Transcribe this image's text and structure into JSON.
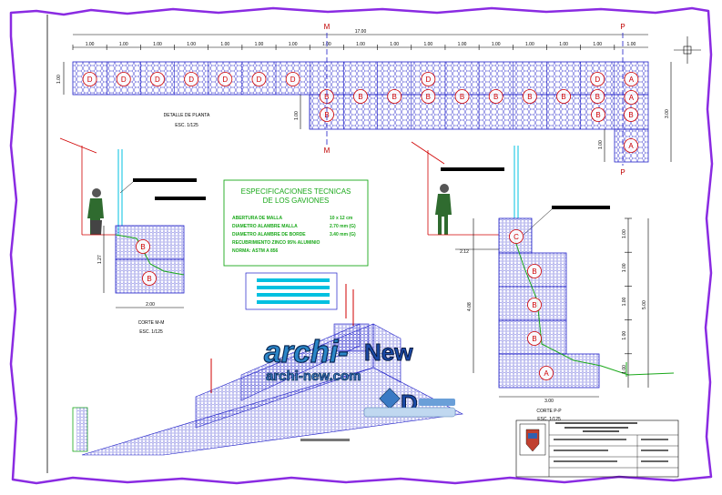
{
  "plan": {
    "total_dim": "17.00",
    "module_dims": [
      "1.00",
      "1.00",
      "1.00",
      "1.00",
      "1.00",
      "1.00",
      "1.00",
      "1.00",
      "1.00",
      "1.00",
      "1.00",
      "1.00",
      "1.00",
      "1.00",
      "1.00",
      "1.00",
      "1.00"
    ],
    "cut_m": "M",
    "cut_p": "P",
    "height_dim": "1.00",
    "step_dim": "1.00",
    "right_total": "3.00",
    "right_step": "1.00",
    "title": "DETALLE DE PLANTA",
    "scale": "ESC. 1/125",
    "row1": [
      "D",
      "D",
      "D",
      "D",
      "D",
      "D",
      "D",
      "",
      "",
      "",
      "D",
      "",
      "",
      "",
      "",
      "D",
      "A"
    ],
    "row2": [
      "B",
      "B",
      "B",
      "B",
      "B",
      "B",
      "B",
      "B",
      "B",
      "A"
    ],
    "row3": [
      "A"
    ]
  },
  "spec": {
    "title_1": "ESPECIFICACIONES TECNICAS",
    "title_2": "DE LOS GAVIONES",
    "rows": [
      {
        "label": "ABERTURA DE MALLA",
        "value": "10 x 12 cm"
      },
      {
        "label": "DIAMETRO ALAMBRE MALLA",
        "value": "2.70 mm (G)"
      },
      {
        "label": "DIAMETRO ALAMBRE DE BORDE",
        "value": "3.40 mm (G)"
      },
      {
        "label": "RECUBRIMIENTO ZINCO 95% ALUMINIO",
        "value": ""
      },
      {
        "label": "NORMA: ASTM A 856",
        "value": ""
      }
    ]
  },
  "section_m": {
    "badges": [
      "B",
      "B"
    ],
    "height_dim": "1.27",
    "width_dim": "2.00",
    "title": "CORTE M-M",
    "scale": "ESC. 1/125"
  },
  "section_p": {
    "badges": [
      "C",
      "B",
      "B",
      "B",
      "A"
    ],
    "left_dim": "2.12",
    "height_dim": "4.08",
    "right_dims": [
      "1.00",
      "1.00",
      "1.00",
      "1.00",
      "1.00"
    ],
    "right_total": "5.00",
    "width_dim": "3.00",
    "title": "CORTE P-P",
    "scale": "ESC. 1/125"
  },
  "watermark": {
    "brand": "archi-",
    "brand_accent": "New",
    "url": "archi-new.com",
    "d_logo": "D"
  },
  "colors": {
    "blue": "#1e1ec8",
    "red": "#d00000",
    "green": "#1aa81a",
    "cyan": "#00c0e0",
    "purple": "#8a2be2"
  }
}
